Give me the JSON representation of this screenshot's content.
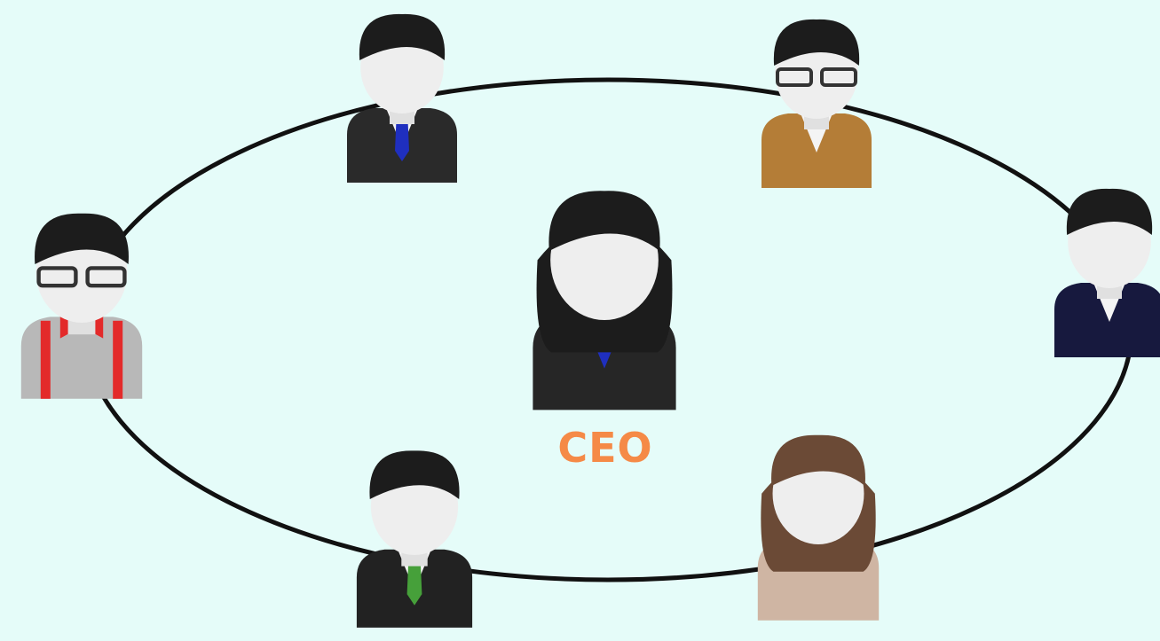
{
  "center": {
    "label": "CEO",
    "label_color": "#f58a47"
  },
  "people": [
    {
      "role": "businessman",
      "icon": "businessman-blue-tie-icon",
      "suit": "#2a2a2a",
      "accent": "#1f2fbf"
    },
    {
      "role": "casual-man-glasses",
      "icon": "casual-man-glasses-icon",
      "suit": "#b47d37",
      "accent": "#b47d37"
    },
    {
      "role": "sweater-man",
      "icon": "sweater-man-icon",
      "suit": "#17193e",
      "accent": "#ffffff"
    },
    {
      "role": "casual-woman",
      "icon": "casual-woman-icon",
      "suit": "#cfb5a3",
      "accent": "#c0703a"
    },
    {
      "role": "waiter-man",
      "icon": "waiter-man-green-tie-icon",
      "suit": "#222222",
      "accent": "#46a03a"
    },
    {
      "role": "nerd-man",
      "icon": "nerd-man-bowtie-icon",
      "suit": "#b8b8b8",
      "accent": "#e32a2a"
    }
  ],
  "ceo": {
    "icon": "ceo-woman-icon",
    "suit": "#262626",
    "accent": "#1f2fbf"
  },
  "colors": {
    "background": "#e5fcf9",
    "ring": "#111111",
    "hair": "#1c1c1c",
    "hair_brown": "#6b4a36",
    "skin": "#eeeeee"
  }
}
